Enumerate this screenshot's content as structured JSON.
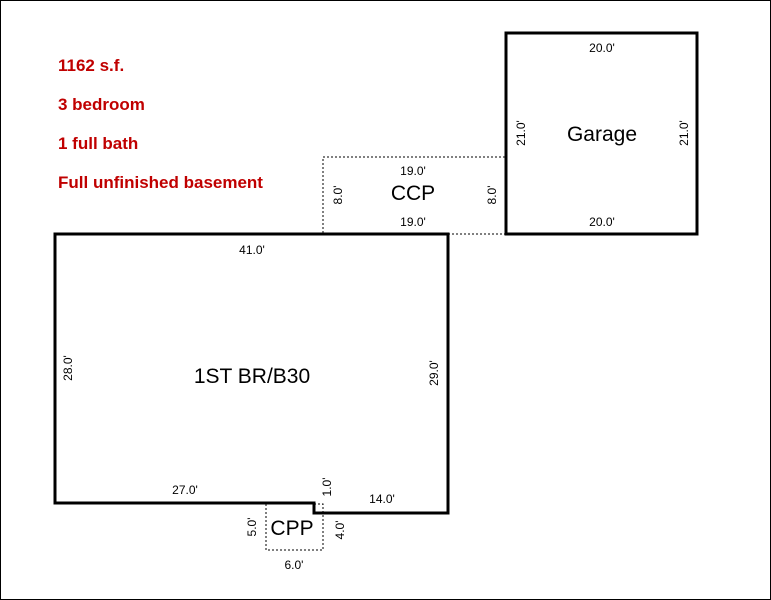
{
  "summary": {
    "area": "1162 s.f.",
    "bedrooms": "3 bedroom",
    "baths": "1 full bath",
    "basement": "Full unfinished basement"
  },
  "rooms": {
    "garage": {
      "label": "Garage",
      "top": "20.0'",
      "bottom": "20.0'",
      "left": "21.0'",
      "right": "21.0'"
    },
    "ccp": {
      "label": "CCP",
      "top": "19.0'",
      "bottom": "19.0'",
      "left": "8.0'",
      "right": "8.0'"
    },
    "main": {
      "label": "1ST BR/B30",
      "top": "41.0'",
      "left": "28.0'",
      "right": "29.0'",
      "bottom_left": "27.0'",
      "step": "1.0'",
      "bottom_right": "14.0'"
    },
    "cpp": {
      "label": "CPP",
      "left": "5.0'",
      "right": "4.0'",
      "bottom": "6.0'"
    }
  }
}
